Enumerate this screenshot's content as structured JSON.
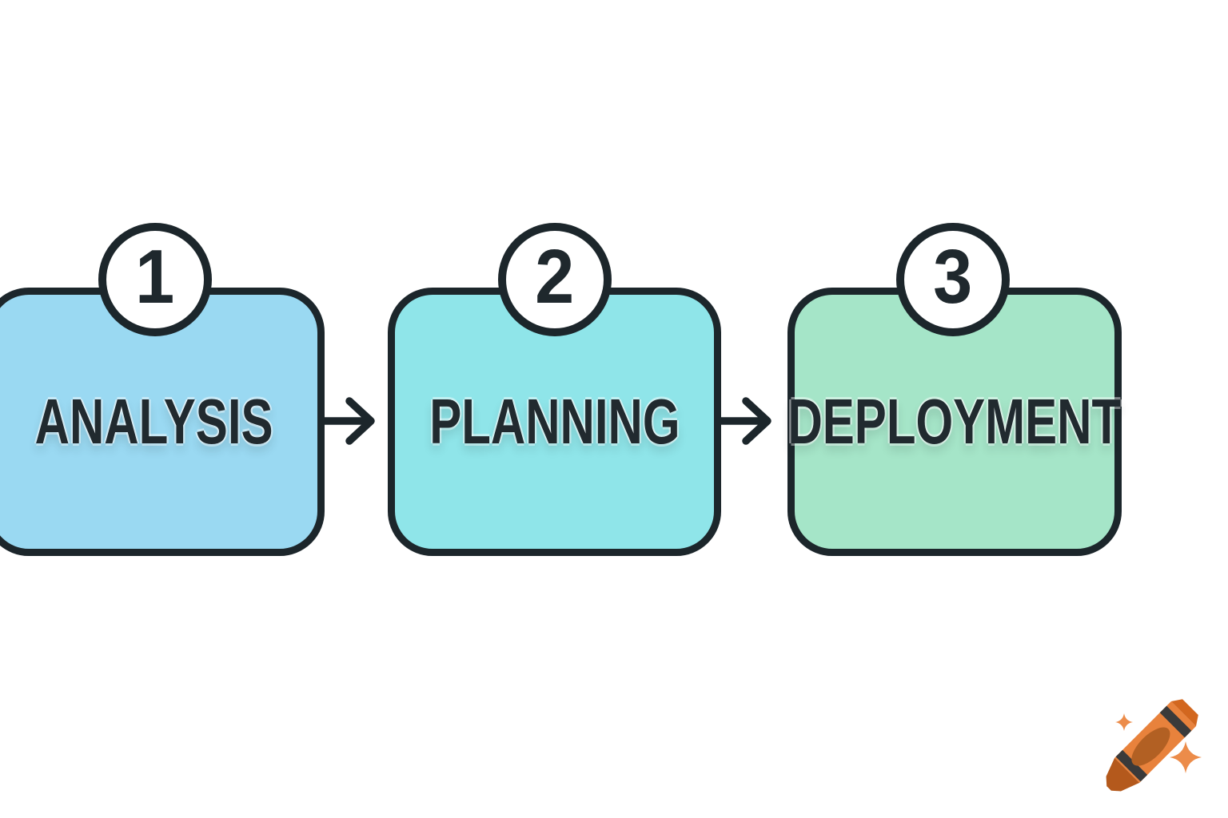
{
  "page": {
    "background": "#FFFFFF"
  },
  "diagram": {
    "type": "flowchart",
    "direction": "left-to-right",
    "stroke_color": "#1C262B",
    "text_color": "#212A2F",
    "steps": [
      {
        "number": "1",
        "label": "ANALYSIS",
        "fill": "#9AD9F2"
      },
      {
        "number": "2",
        "label": "PLANNING",
        "fill": "#8FE5E9"
      },
      {
        "number": "3",
        "label": "DEPLOYMENT",
        "fill": "#A5E5C8"
      }
    ],
    "connectors": [
      {
        "type": "arrow-right",
        "from": "ANALYSIS",
        "to": "PLANNING"
      },
      {
        "type": "arrow-right",
        "from": "PLANNING",
        "to": "DEPLOYMENT"
      }
    ]
  },
  "watermark": {
    "name": "crayon-logo",
    "colors": {
      "body": "#E8823C",
      "tip": "#B4591C",
      "band": "#3A3A3A",
      "label_ellipse": "#B26023",
      "end_cap": "#D2671F",
      "sparkle": "#EC8C4A"
    }
  }
}
